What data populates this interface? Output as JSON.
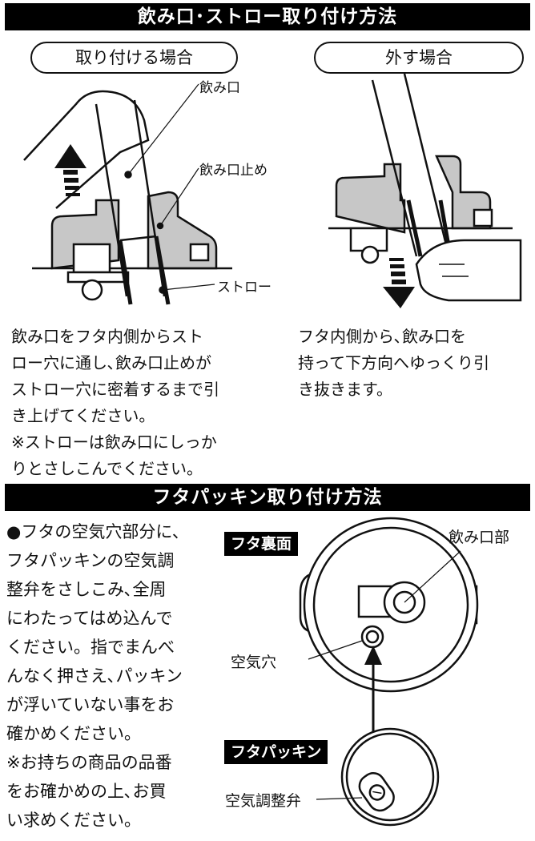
{
  "section1": {
    "title": "飲み口･ストロー取り付け方法",
    "attach": {
      "pill": "取り付ける場合",
      "labels": {
        "mouthpiece": "飲み口",
        "stopper": "飲み口止め",
        "straw": "ストロー"
      },
      "desc": [
        "飲み口をフタ内側からスト",
        "ロー穴に通し､飲み口止めが",
        "ストロー穴に密着するまで引",
        "き上げてください。"
      ],
      "note": [
        "※ストローは飲み口にしっか",
        "りとさしこんでください。"
      ]
    },
    "detach": {
      "pill": "外す場合",
      "desc": [
        "フタ内側から､飲み口を",
        "持って下方向へゆっくり引",
        "き抜きます。"
      ]
    }
  },
  "section2": {
    "title": "フタパッキン取り付け方法",
    "desc": [
      "●フタの空気穴部分に､",
      "フタパッキンの空気調",
      "整弁をさしこみ､全周",
      "にわたってはめ込んで",
      "ください。指でまんべ",
      "んなく押さえ､パッキン",
      "が浮いていない事をお",
      "確かめください。"
    ],
    "note": [
      "※お持ちの商品の品番",
      "をお確かめの上､お買",
      "い求めください。"
    ],
    "tags": {
      "lid_back": "フタ裏面",
      "packing": "フタパッキン"
    },
    "labels": {
      "mouth_part": "飲み口部",
      "air_hole": "空気穴",
      "valve": "空気調整弁"
    }
  }
}
